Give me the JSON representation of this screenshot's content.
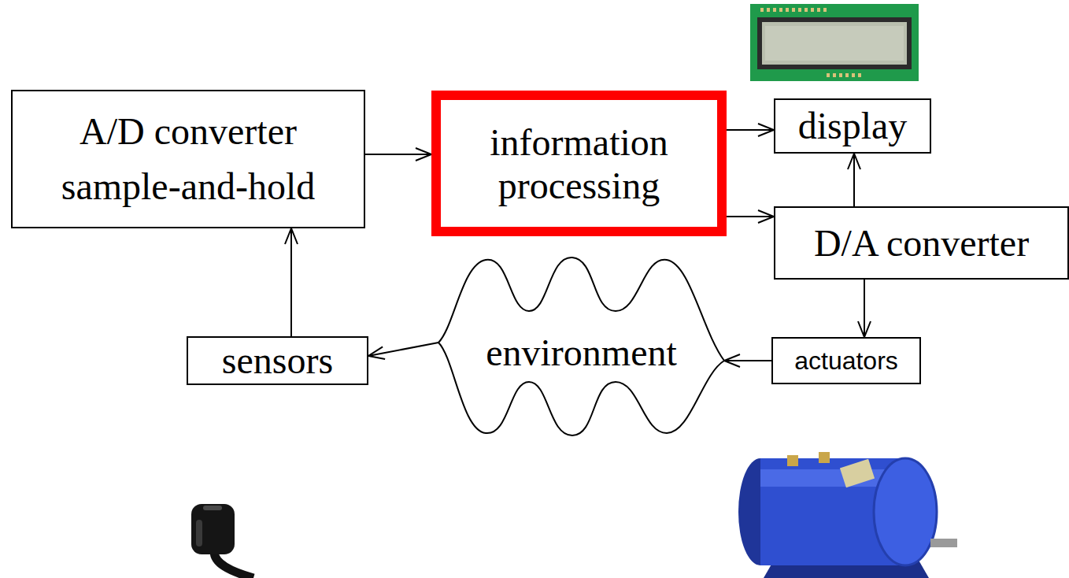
{
  "diagram": {
    "nodes": [
      {
        "text": [
          "A/D converter sample-and-hold"
        ]
      },
      {
        "text": [
          "information processing"
        ]
      },
      {
        "text": [
          "display"
        ]
      },
      {
        "text": [
          "D/A converter"
        ]
      },
      {
        "text": [
          "sensors"
        ]
      },
      {
        "text": [
          "environment"
        ]
      },
      {
        "text": [
          "actuators"
        ]
      }
    ],
    "edges": [
      {
        "from": 0,
        "to": 1,
        "arrow": "to"
      },
      {
        "from": 1,
        "to": 2,
        "arrow": "to"
      },
      {
        "from": 1,
        "to": 3,
        "arrow": "to"
      },
      {
        "from": 3,
        "to": 2,
        "arrow": "to"
      },
      {
        "from": 3,
        "to": 6,
        "arrow": "to"
      },
      {
        "from": 6,
        "to": 5,
        "arrow": "to"
      },
      {
        "from": 5,
        "to": 4,
        "arrow": "to"
      },
      {
        "from": 4,
        "to": 0,
        "arrow": "to"
      }
    ]
  }
}
